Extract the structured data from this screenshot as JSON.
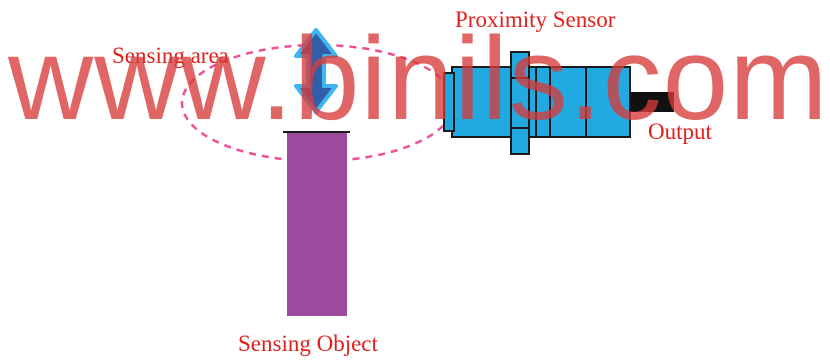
{
  "labels": {
    "proximity_sensor": "Proximity Sensor",
    "sensing_area": "Sensing area",
    "output": "Output",
    "sensing_object": "Sensing Object"
  },
  "watermark": {
    "text": "www.binils.com"
  },
  "colors": {
    "label_text": "#e0201c",
    "sensing_object": "#9b4a9e",
    "sensor_body": "#21a9e1",
    "sensor_outline": "#1a1a1a",
    "sensing_area_outline": "#ee4f97",
    "arrow_fill": "#2f5fa8",
    "arrow_outline": "#3fb6f0",
    "output_cable": "#111111",
    "watermark": "#d83c3c"
  },
  "icons": {
    "sensing_direction": "double-arrow-vertical-icon"
  }
}
